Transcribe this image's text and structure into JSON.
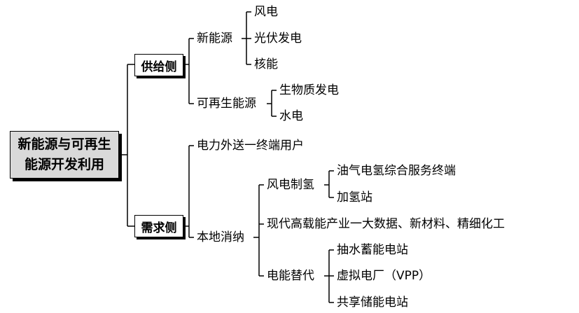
{
  "root": {
    "line1": "新能源与可再生",
    "line2": "能源开发利用"
  },
  "supply": {
    "label": "供给侧",
    "new_energy": {
      "label": "新能源",
      "items": [
        "风电",
        "光伏发电",
        "核能"
      ]
    },
    "renewable": {
      "label": "可再生能源",
      "items": [
        "生物质发电",
        "水电"
      ]
    }
  },
  "demand": {
    "label": "需求侧",
    "transmission": "电力外送一终端用户",
    "local": {
      "label": "本地消纳",
      "wind_hydrogen": {
        "label": "风电制氢",
        "items": [
          "油气电氢综合服务终端",
          "加氢站"
        ]
      },
      "high_energy": "现代高载能产业一大数据、新材料、精细化工",
      "substitution": {
        "label": "电能替代",
        "items": [
          "抽水蓄能电站",
          "虚拟电厂（VPP）",
          "共享储能电站"
        ]
      }
    }
  }
}
